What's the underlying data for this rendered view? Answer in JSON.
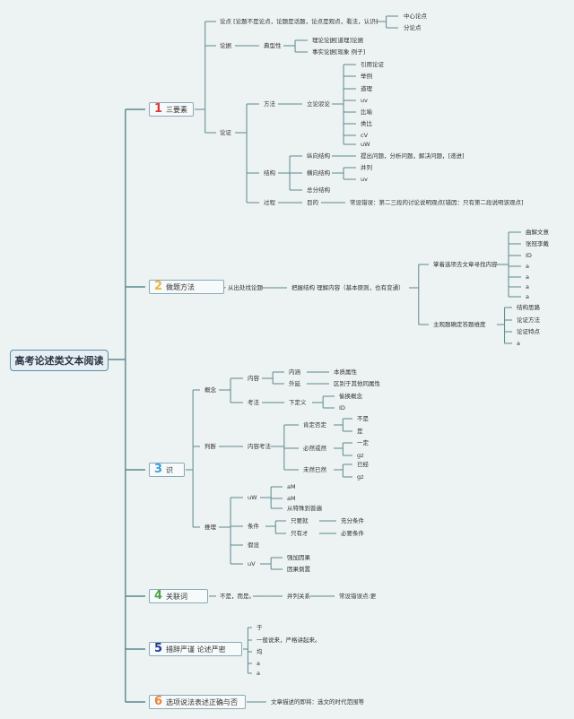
{
  "root": {
    "label": "高考论述类文本阅读"
  },
  "colors": {
    "line": "#5b8a8e",
    "n1": "#e03a3a",
    "n2": "#e8b63a",
    "n3": "#3a9fd8",
    "n4": "#4ea44e",
    "n5": "#233a8c",
    "n6": "#e8863a"
  },
  "main": [
    {
      "num": "1",
      "label": "三要素"
    },
    {
      "num": "2",
      "label": "做题方法"
    },
    {
      "num": "3",
      "label": "识"
    },
    {
      "num": "4",
      "label": "关联词"
    },
    {
      "num": "5",
      "label": "措辞严谨 论述严密"
    },
    {
      "num": "6",
      "label": "选项说法表述正确与否"
    }
  ],
  "n": [
    "论点 [论题不是论点，论题是话题，论点是观点，看法，认识]",
    "中心论点",
    "分论点",
    "论据",
    "典型性",
    "理论论据[道理]论据",
    "事实论据[现象 例子]",
    "论证",
    "方法",
    "立论驳论",
    "引用论证",
    "举例",
    "道理",
    "uv",
    "比喻",
    "类比",
    "cV",
    "uW",
    "结构",
    "纵向结构",
    "提出问题，分析问题，解决问题，[递进]",
    "横向结构",
    "并列",
    "uv",
    "总分结构",
    "过程",
    "目的",
    "常设错误：第二三段的讨论说明观点[错因：只有第二段说明该观点]",
    "从出处找论题",
    "把握结构 理解内容（基本原则，也有变通）",
    "掌着选项去文章寻找内容",
    "曲解文意",
    "张冠李戴",
    "ID",
    "a",
    "a",
    "a",
    "a",
    "主观题确定答题维度",
    "结构思路",
    "论证方法",
    "论证特点",
    "a",
    "概念",
    "内容",
    "内涵",
    "本质属性",
    "外延",
    "区别于其他同属性",
    "考法",
    "下定义",
    "偷换概念",
    "ID",
    "判断",
    "内容考法",
    "肯定否定",
    "不是",
    "是",
    "必然或然",
    "一定",
    "gz",
    "未然已然",
    "已经",
    "gz",
    "推理",
    "uW",
    "aM",
    "aM",
    "从特殊到普遍",
    "条件",
    "只要就",
    "充分条件",
    "只有才",
    "必要条件",
    "假设",
    "uV",
    "强加因果",
    "因果倒置",
    "不是，而是。",
    "并列关系",
    "常设错误点:更",
    "于",
    "一般说来，严格讲起来。",
    "均",
    "a",
    "a",
    "文章描述的即将：选文的时代范围等"
  ]
}
